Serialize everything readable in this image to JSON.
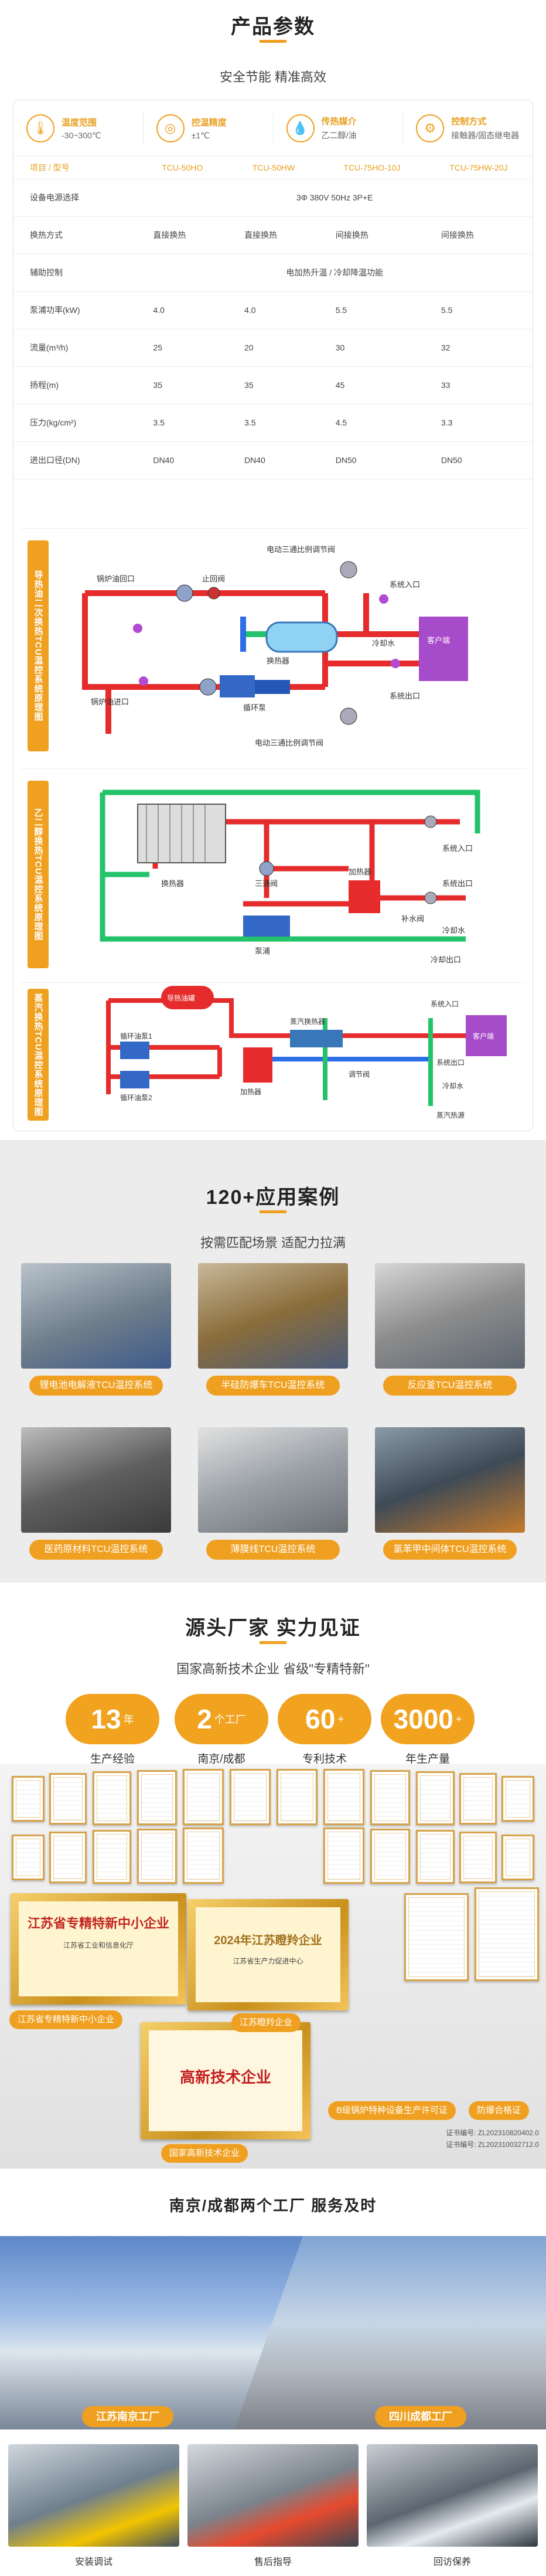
{
  "params": {
    "title": "产品参数",
    "subtitle": "安全节能 精准高效",
    "features": [
      {
        "icon": "thermometer-icon",
        "title": "温度范围",
        "value": "-30~300℃"
      },
      {
        "icon": "target-icon",
        "title": "控温精度",
        "value": "±1℃"
      },
      {
        "icon": "drop-icon",
        "title": "传热媒介",
        "value": "乙二醇/油"
      },
      {
        "icon": "controller-icon",
        "title": "控制方式",
        "value": "接触器/固态继电器"
      }
    ],
    "table": {
      "headers": [
        "项目 / 型号",
        "TCU-50HO",
        "TCU-50HW",
        "TCU-75HO-10J",
        "TCU-75HW-20J"
      ],
      "rows": [
        {
          "label": "设备电源选择",
          "span": "3Φ 380V 50Hz 3P+E"
        },
        {
          "label": "换热方式",
          "cells": [
            "直接换热",
            "直接换热",
            "间接换热",
            "间接换热"
          ]
        },
        {
          "label": "辅助控制",
          "span": "电加热升温 / 冷却降温功能"
        },
        {
          "label": "泵浦功率(kW)",
          "cells": [
            "4.0",
            "4.0",
            "5.5",
            "5.5"
          ]
        },
        {
          "label": "流量(m³/h)",
          "cells": [
            "25",
            "20",
            "30",
            "32"
          ]
        },
        {
          "label": "扬程(m)",
          "cells": [
            "35",
            "35",
            "45",
            "33"
          ]
        },
        {
          "label": "压力(kg/cm²)",
          "cells": [
            "3.5",
            "3.5",
            "4.5",
            "3.3"
          ]
        },
        {
          "label": "进出口径(DN)",
          "cells": [
            "DN40",
            "DN40",
            "DN50",
            "DN50"
          ]
        }
      ]
    },
    "diagrams": [
      {
        "tag": "导热油二次换热TCU温控系统原理图",
        "labels": {
          "top_valve": "电动三通比例调节阀",
          "boiler_out": "锅炉油回口",
          "stop_valve": "止回阀",
          "hex": "换热器",
          "sys_in": "系统入口",
          "client": "客户端",
          "cool_water": "冷却水",
          "sys_out": "系统出口",
          "pump": "循环泵",
          "boiler_in": "锅炉油进口",
          "bottom_valve": "电动三通比例调节阀"
        }
      },
      {
        "tag": "乙二醇换热TCU温控系统原理图",
        "labels": {
          "hex": "换热器",
          "three_way": "三通阀",
          "pump": "泵浦",
          "heater": "加热器",
          "sys_in": "系统入口",
          "sys_out": "系统出口",
          "makeup": "补水阀",
          "cool_water": "冷却水",
          "cold_water_out": "冷却出口"
        }
      },
      {
        "tag": "蒸汽换热TCU温控系统原理图",
        "labels": {
          "tank": "导热油罐",
          "pump1": "循环油泵1",
          "pump2": "循环油泵2",
          "heater": "加热器",
          "steam_hex": "蒸汽换热器",
          "reg_valve": "调节阀",
          "sys_in": "系统入口",
          "client": "客户端",
          "sys_out": "系统出口",
          "cool_water": "冷却水",
          "steam_src": "蒸汽热源"
        }
      }
    ]
  },
  "cases": {
    "title": "120+应用案例",
    "subtitle": "按需匹配场景 适配力拉满",
    "items": [
      "锂电池电解液TCU温控系统",
      "半硅防爆车TCU温控系统",
      "反应釜TCU温控系统",
      "医药原材料TCU温控系统",
      "薄膜线TCU温控系统",
      "氯苯甲中间体TCU温控系统"
    ]
  },
  "factory": {
    "title": "源头厂家  实力见证",
    "subtitle": "国家高新技术企业 省级\"专精特新\"",
    "stats": [
      {
        "num": "13",
        "unit": "年",
        "label": "生产经验"
      },
      {
        "num": "2",
        "unit": "个工厂",
        "label": "南京/成都"
      },
      {
        "num": "60",
        "unit": "+",
        "label": "专利技术"
      },
      {
        "num": "3000",
        "unit": "+",
        "label": "年生产量"
      }
    ],
    "plaques": {
      "p1_title": "江苏省专精特新中小企业",
      "p1_sub": "江苏省工业和信息化厅",
      "p2_title": "2024年江苏瞪羚企业",
      "p2_sub": "江苏省生产力促进中心",
      "p3_title": "高新技术企业"
    },
    "tags": [
      "江苏省专精特新中小企业",
      "江苏瞪羚企业",
      "国家高新技术企业",
      "B级锅炉特种设备生产许可证",
      "防爆合格证"
    ],
    "cert_nos": [
      "证书编号: ZL202310820402.0",
      "证书编号: ZL202310032712.0"
    ]
  },
  "plants": {
    "title": "南京/成都两个工厂  服务及时",
    "labels": [
      "江苏南京工厂",
      "四川成都工厂"
    ],
    "services": [
      "安装调试",
      "售后指导",
      "回访保养"
    ]
  }
}
